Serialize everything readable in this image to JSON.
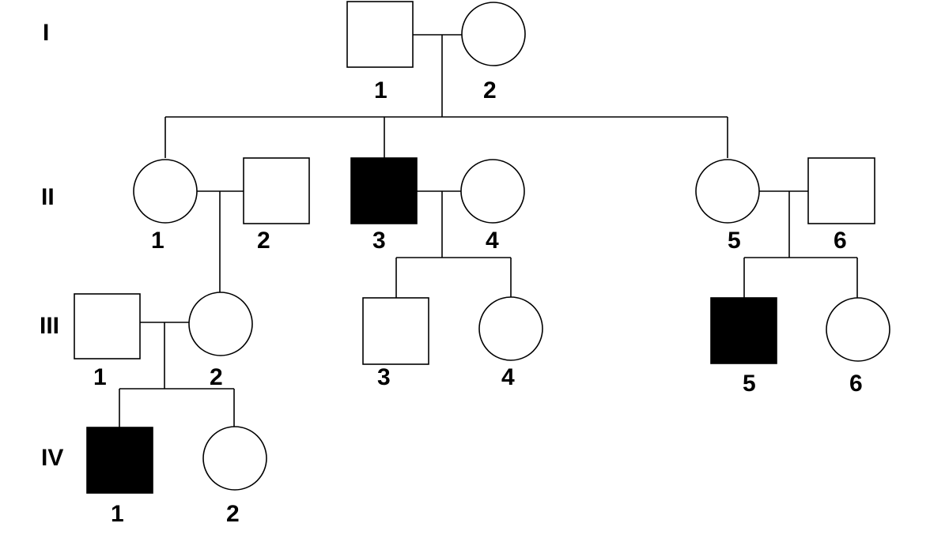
{
  "generations": [
    {
      "id": "I",
      "label": "I"
    },
    {
      "id": "II",
      "label": "II"
    },
    {
      "id": "III",
      "label": "III"
    },
    {
      "id": "IV",
      "label": "IV"
    }
  ],
  "individuals": [
    {
      "id": "I-1",
      "generation": "I",
      "number": "1",
      "sex": "male",
      "affected": false
    },
    {
      "id": "I-2",
      "generation": "I",
      "number": "2",
      "sex": "female",
      "affected": false
    },
    {
      "id": "II-1",
      "generation": "II",
      "number": "1",
      "sex": "female",
      "affected": false
    },
    {
      "id": "II-2",
      "generation": "II",
      "number": "2",
      "sex": "male",
      "affected": false
    },
    {
      "id": "II-3",
      "generation": "II",
      "number": "3",
      "sex": "male",
      "affected": true
    },
    {
      "id": "II-4",
      "generation": "II",
      "number": "4",
      "sex": "female",
      "affected": false
    },
    {
      "id": "II-5",
      "generation": "II",
      "number": "5",
      "sex": "female",
      "affected": false
    },
    {
      "id": "II-6",
      "generation": "II",
      "number": "6",
      "sex": "male",
      "affected": false
    },
    {
      "id": "III-1",
      "generation": "III",
      "number": "1",
      "sex": "male",
      "affected": false
    },
    {
      "id": "III-2",
      "generation": "III",
      "number": "2",
      "sex": "female",
      "affected": false
    },
    {
      "id": "III-3",
      "generation": "III",
      "number": "3",
      "sex": "male",
      "affected": false
    },
    {
      "id": "III-4",
      "generation": "III",
      "number": "4",
      "sex": "female",
      "affected": false
    },
    {
      "id": "III-5",
      "generation": "III",
      "number": "5",
      "sex": "male",
      "affected": true
    },
    {
      "id": "III-6",
      "generation": "III",
      "number": "6",
      "sex": "female",
      "affected": false
    },
    {
      "id": "IV-1",
      "generation": "IV",
      "number": "1",
      "sex": "male",
      "affected": true
    },
    {
      "id": "IV-2",
      "generation": "IV",
      "number": "2",
      "sex": "female",
      "affected": false
    }
  ],
  "matings": [
    {
      "partners": [
        "I-1",
        "I-2"
      ],
      "children": [
        "II-1",
        "II-3",
        "II-5"
      ]
    },
    {
      "partners": [
        "II-1",
        "II-2"
      ],
      "children": [
        "III-2"
      ]
    },
    {
      "partners": [
        "II-3",
        "II-4"
      ],
      "children": [
        "III-3",
        "III-4"
      ]
    },
    {
      "partners": [
        "II-5",
        "II-6"
      ],
      "children": [
        "III-5",
        "III-6"
      ]
    },
    {
      "partners": [
        "III-1",
        "III-2"
      ],
      "children": [
        "IV-1",
        "IV-2"
      ]
    }
  ],
  "colors": {
    "affected": "#000000",
    "unaffected": "#ffffff",
    "line": "#000000"
  }
}
